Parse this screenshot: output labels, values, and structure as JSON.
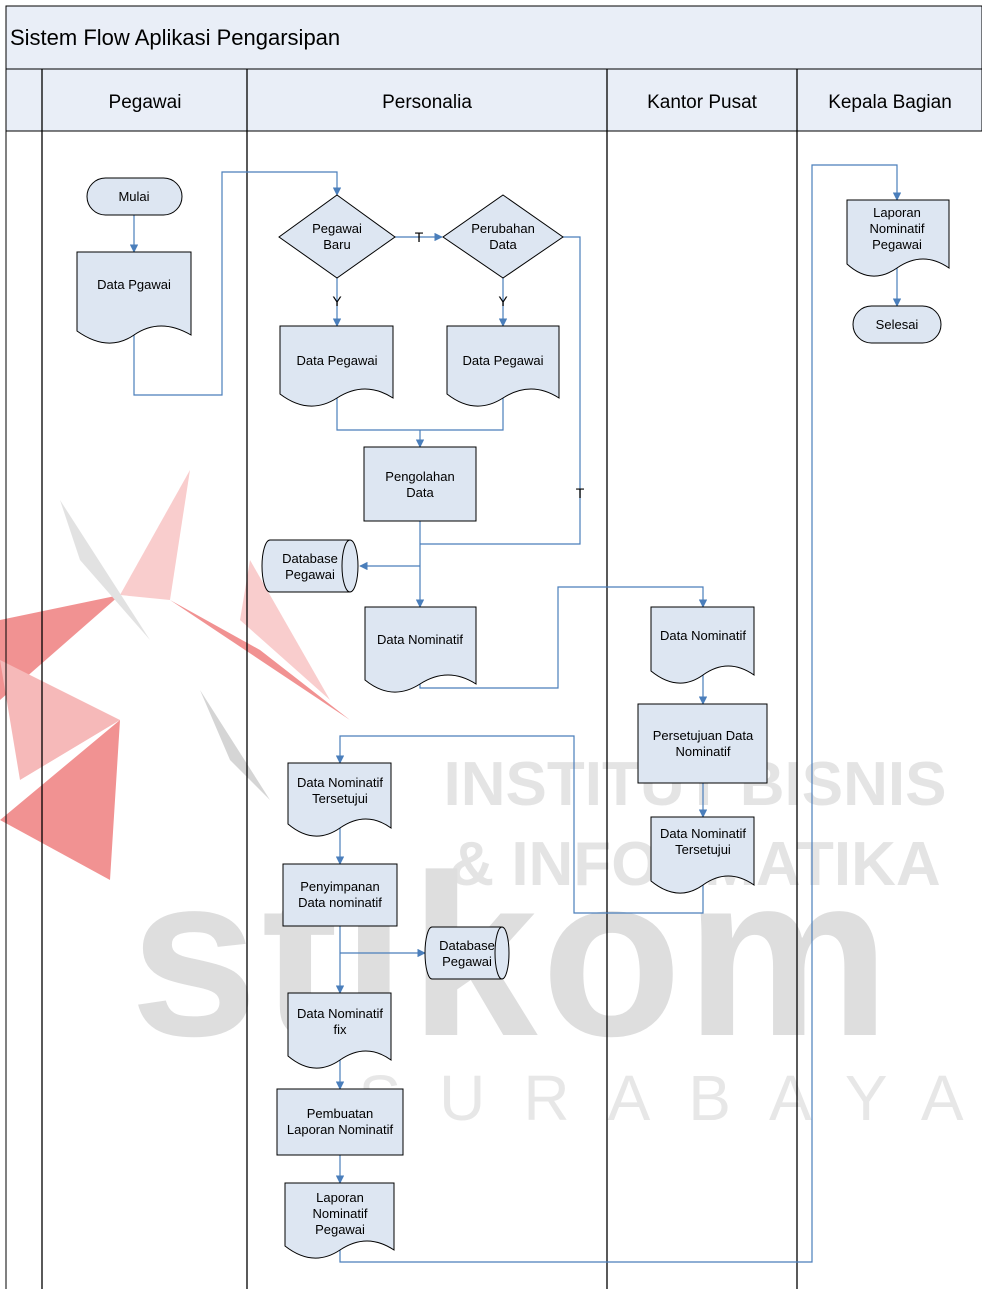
{
  "title": "Sistem Flow Aplikasi Pengarsipan",
  "lanes": [
    "Pegawai",
    "Personalia",
    "Kantor Pusat",
    "Kepala Bagian"
  ],
  "watermark": {
    "line1": "INSTITUT BISNIS",
    "line2": "& INFORMATIKA",
    "logo_text": "stikom",
    "city": "SURABAYA"
  },
  "nodes": {
    "mulai": "Mulai",
    "data_pgawai": "Data Pgawai",
    "pegawai_baru": [
      "Pegawai",
      "Baru"
    ],
    "perubahan_data": [
      "Perubahan",
      "Data"
    ],
    "data_pegawai_1": "Data Pegawai",
    "data_pegawai_2": "Data Pegawai",
    "pengolahan_data": [
      "Pengolahan",
      "Data"
    ],
    "database_pegawai_1": [
      "Database",
      "Pegawai"
    ],
    "data_nominatif_1": "Data Nominatif",
    "data_nominatif_2": "Data Nominatif",
    "persetujuan": [
      "Persetujuan Data",
      "Nominatif"
    ],
    "nominatif_tersetujui_kp": [
      "Data Nominatif",
      "Tersetujui"
    ],
    "nominatif_tersetujui_p": [
      "Data Nominatif",
      "Tersetujui"
    ],
    "penyimpanan": [
      "Penyimpanan",
      "Data nominatif"
    ],
    "database_pegawai_2": [
      "Database",
      "Pegawai"
    ],
    "nominatif_fix": [
      "Data Nominatif",
      "fix"
    ],
    "pembuatan_laporan": [
      "Pembuatan",
      "Laporan Nominatif"
    ],
    "laporan_personalia": [
      "Laporan",
      "Nominatif",
      "Pegawai"
    ],
    "laporan_kepala": [
      "Laporan",
      "Nominatif",
      "Pegawai"
    ],
    "selesai": "Selesai"
  },
  "edge_labels": {
    "t_decision": "T",
    "y_pegawai_baru": "Y",
    "y_perubahan": "Y",
    "t_perubahan": "T"
  },
  "colors": {
    "line": "#4a7ebb",
    "shape_fill": "#dde6f2",
    "header_fill": "#e9eef7",
    "watermark_red": "#e63a3a",
    "watermark_grey": "#a6a6a6"
  }
}
